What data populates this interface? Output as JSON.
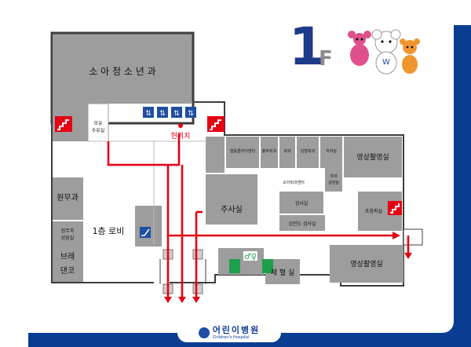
{
  "floor": {
    "number": "1",
    "suffix": "F"
  },
  "you_are_here": "현위치",
  "hospital_name": "어린이병원",
  "hospital_subtitle": "Children's Hospital",
  "rooms": {
    "pediatrics": "소 아 청 소 년 과",
    "pediatrics_sub": "",
    "nursery_room": "모유\n수유실",
    "admin": "원무과",
    "admin_consult": "원무과\n상담실",
    "lobby": "1층 로비",
    "break_1": "브레",
    "break_2": "댄코",
    "injection": "주사실",
    "sleep_clinic": "얼음클리닉센터",
    "surgery": "흉부외과",
    "internal": "외과",
    "plastic": "성형외과",
    "treatment": "처치실",
    "pediatric_surgery": "소아외과센터",
    "surgery_consult": "외과\n상담실",
    "exam": "검사실",
    "ecg": "심전도 검사실",
    "radiology_top": "영상촬영실",
    "ultrasound": "초음파실",
    "radiology_bottom": "영상촬영실",
    "blood": "채 혈 실"
  },
  "colors": {
    "room": "#9d9d9d",
    "wall": "#3d3d3d",
    "route": "#e60012",
    "brand_blue": "#0a3d91",
    "floor_number": "#1e3a8a",
    "stair_red": "#e60012",
    "elevator_blue": "#1f4ea3",
    "toilet_green": "#1e9e4a"
  }
}
